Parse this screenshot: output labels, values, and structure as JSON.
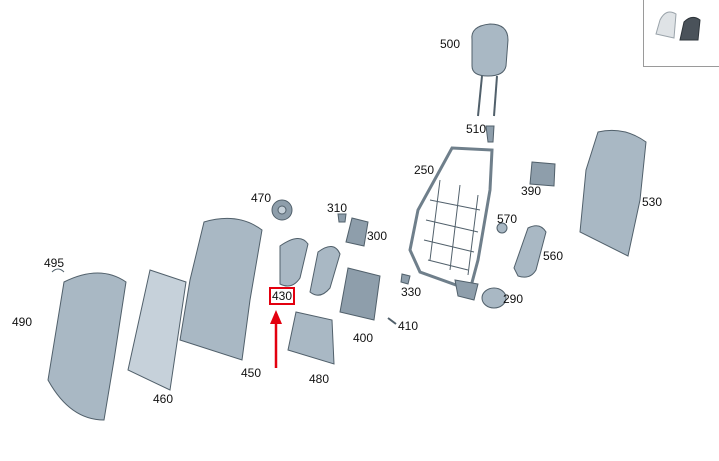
{
  "labels": [
    {
      "id": "500",
      "text": "500"
    },
    {
      "id": "510",
      "text": "510"
    },
    {
      "id": "250",
      "text": "250"
    },
    {
      "id": "390",
      "text": "390"
    },
    {
      "id": "530",
      "text": "530"
    },
    {
      "id": "570",
      "text": "570"
    },
    {
      "id": "560",
      "text": "560"
    },
    {
      "id": "470",
      "text": "470"
    },
    {
      "id": "310",
      "text": "310"
    },
    {
      "id": "300",
      "text": "300"
    },
    {
      "id": "330",
      "text": "330"
    },
    {
      "id": "290",
      "text": "290"
    },
    {
      "id": "495",
      "text": "495"
    },
    {
      "id": "430",
      "text": "430",
      "highlighted": true
    },
    {
      "id": "410",
      "text": "410"
    },
    {
      "id": "490",
      "text": "490"
    },
    {
      "id": "400",
      "text": "400"
    },
    {
      "id": "480",
      "text": "480"
    },
    {
      "id": "450",
      "text": "450"
    },
    {
      "id": "460",
      "text": "460"
    }
  ],
  "colors": {
    "highlight": "#e3000f",
    "part_fill": "#a9b8c4",
    "part_stroke": "#51606b"
  },
  "thumbnail": {
    "icon": "seat-thumbnail-icon"
  }
}
